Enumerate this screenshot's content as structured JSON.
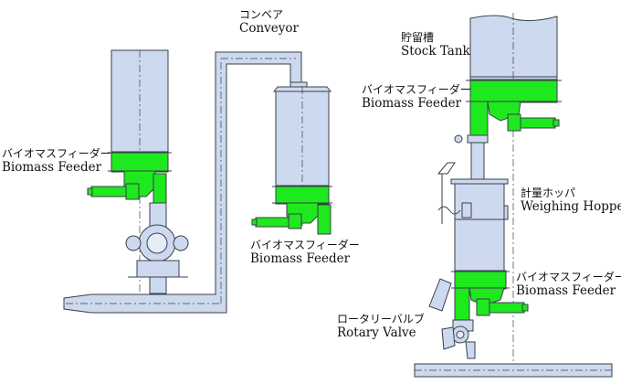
{
  "labels": {
    "conveyor": {
      "jp": "コンベア",
      "en": "Conveyor"
    },
    "feeder_left": {
      "jp": "バイオマスフィーダー",
      "en": "Biomass Feeder"
    },
    "feeder_middle": {
      "jp": "バイオマスフィーダー",
      "en": "Biomass Feeder"
    },
    "stock_tank": {
      "jp": "貯留槽",
      "en": "Stock Tank"
    },
    "feeder_right_top": {
      "jp": "バイオマスフィーダー",
      "en": "Biomass Feeder"
    },
    "weighing_hopper": {
      "jp": "計量ホッパ",
      "en": "Weighing Hopper"
    },
    "feeder_right_bottom": {
      "jp": "バイオマスフィーダー",
      "en": "Biomass Feeder"
    },
    "rotary_valve": {
      "jp": "ロータリーバルブ",
      "en": "Rotary Valve"
    }
  },
  "colors": {
    "vessel_fill": "#cdd9ee",
    "feeder_green": "#1ee81e",
    "outline": "#3a3f4a",
    "label_text": "#111111"
  }
}
